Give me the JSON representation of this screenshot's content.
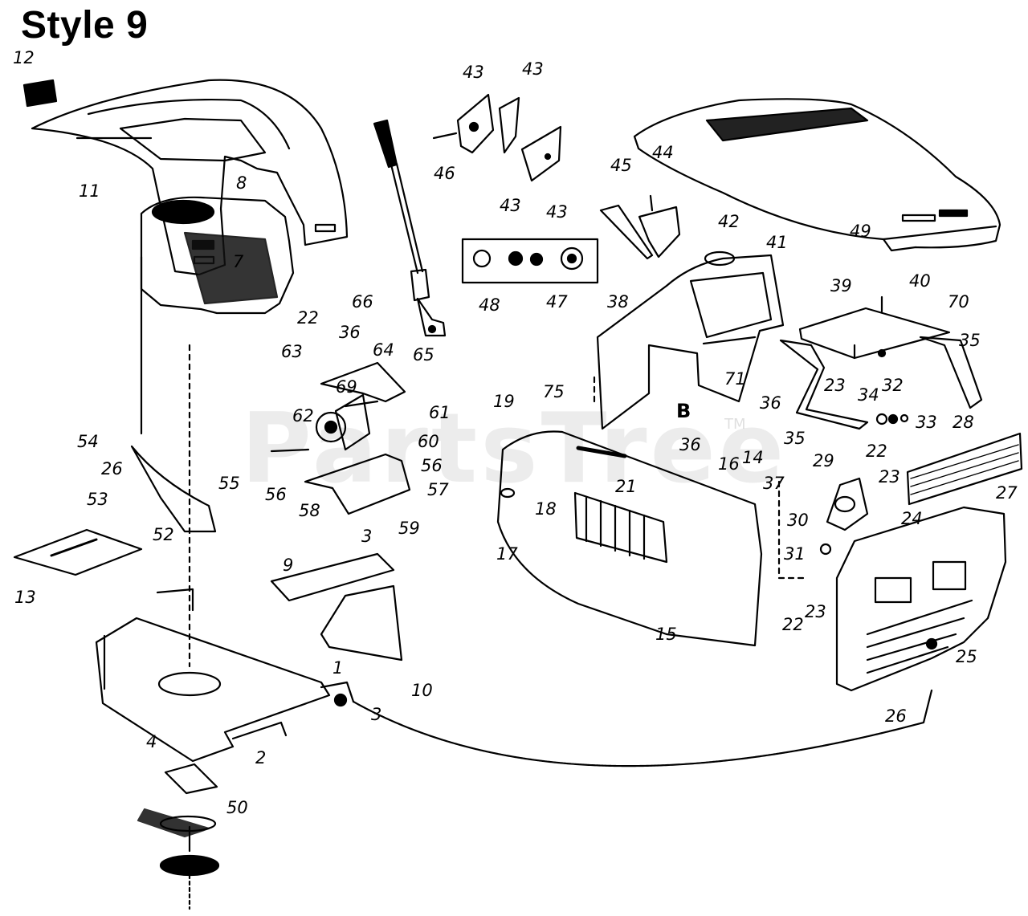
{
  "title": "Style 9",
  "watermark": "PartsTree",
  "watermark_tm": "TM",
  "detail_label": "B",
  "callouts": {
    "c1": "1",
    "c2": "2",
    "c3a": "3",
    "c3b": "3",
    "c4": "4",
    "c7": "7",
    "c8": "8",
    "c9": "9",
    "c10": "10",
    "c11": "11",
    "c12": "12",
    "c13": "13",
    "c14": "14",
    "c15": "15",
    "c16": "16",
    "c17": "17",
    "c18": "18",
    "c19": "19",
    "c21": "21",
    "c22a": "22",
    "c22b": "22",
    "c22c": "22",
    "c23a": "23",
    "c23b": "23",
    "c23c": "23",
    "c24": "24",
    "c25": "25",
    "c26a": "26",
    "c26b": "26",
    "c27": "27",
    "c28": "28",
    "c29": "29",
    "c30": "30",
    "c31": "31",
    "c32": "32",
    "c33": "33",
    "c34": "34",
    "c35a": "35",
    "c35b": "35",
    "c36a": "36",
    "c36b": "36",
    "c36c": "36",
    "c37": "37",
    "c38": "38",
    "c39": "39",
    "c40": "40",
    "c41": "41",
    "c42": "42",
    "c43a": "43",
    "c43b": "43",
    "c43c": "43",
    "c43d": "43",
    "c44": "44",
    "c45": "45",
    "c46": "46",
    "c47": "47",
    "c48": "48",
    "c49": "49",
    "c50": "50",
    "c52": "52",
    "c53": "53",
    "c54": "54",
    "c55": "55",
    "c56a": "56",
    "c56b": "56",
    "c57": "57",
    "c58": "58",
    "c59": "59",
    "c60": "60",
    "c61": "61",
    "c62": "62",
    "c63": "63",
    "c64": "64",
    "c65": "65",
    "c66": "66",
    "c69": "69",
    "c70": "70",
    "c71": "71",
    "c75": "75"
  }
}
